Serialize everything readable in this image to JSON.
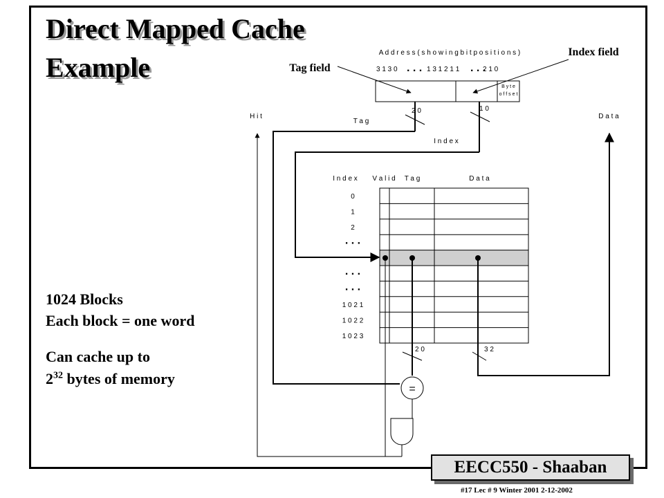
{
  "slide": {
    "title_line1": "Direct Mapped Cache",
    "title_line2": "Example",
    "notes": {
      "blocks": "1024 Blocks",
      "block_size": "Each block = one word",
      "capacity_prefix": "Can cache up to",
      "capacity_base": "2",
      "capacity_exp": "32",
      "capacity_suffix": " bytes of memory"
    },
    "footer_badge": "EECC550 - Shaaban",
    "footer_meta": "#17 Lec # 9 Winter 2001 2-12-2002"
  },
  "diagram": {
    "address_label": "A d d r e s s  ( s h o w i n g  b i t  p o s i t i o n s )",
    "bits_left": "3 1  3 0",
    "bits_middle": "1 3  1 2  1 1",
    "bits_right": "2   1   0",
    "ellipsis": ". . .",
    "tag_field_label": "Tag field",
    "index_field_label": "Index field",
    "byte_offset_line1": "B y t e",
    "byte_offset_line2": "o f f s e t",
    "tag_width": "2 0",
    "index_width": "1 0",
    "tag_label": "T a g",
    "index_label": "I n d e x",
    "hit_label": "H i t",
    "data_label": "D a t a",
    "cache_headers": {
      "index": "I n d e x",
      "valid": "V a l i d",
      "tag": "T a g",
      "data": "D a t a"
    },
    "row_labels": [
      "0",
      "1",
      "2",
      ". . .",
      ". . .",
      ". . .",
      "1 0 2 1",
      "1 0 2 2",
      "1 0 2 3"
    ],
    "tag_out_width": "2 0",
    "data_out_width": "3 2",
    "comparator_symbol": "="
  }
}
